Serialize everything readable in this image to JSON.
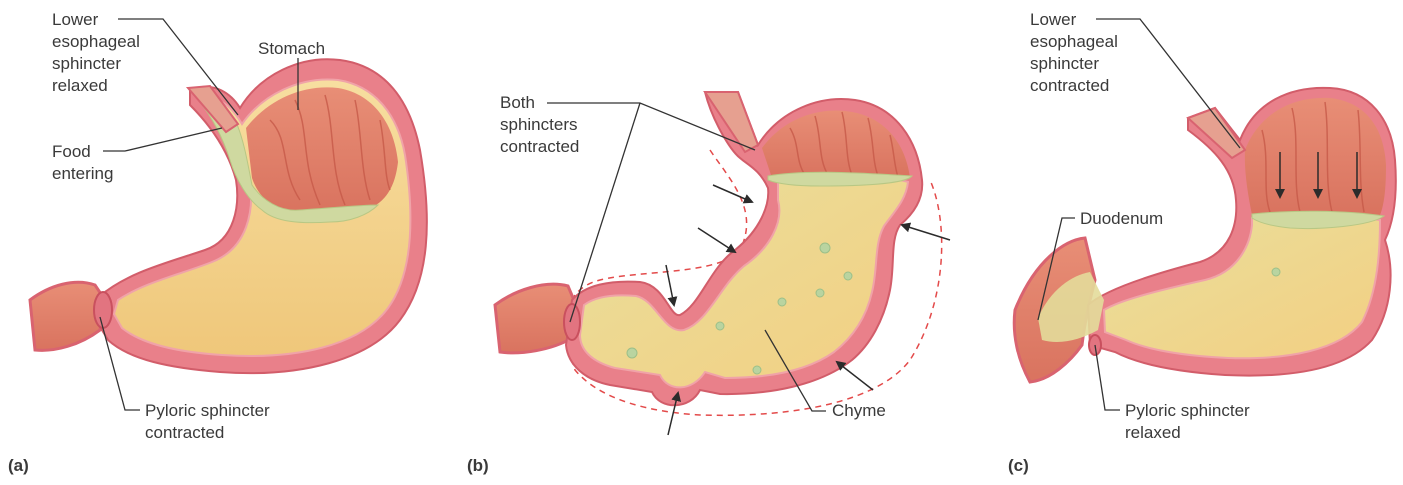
{
  "panels": [
    {
      "letter": "(a)",
      "labels": {
        "les": [
          "Lower",
          "esophageal",
          "sphincter",
          "relaxed"
        ],
        "stomach": "Stomach",
        "food": [
          "Food",
          "entering"
        ],
        "pyloric": [
          "Pyloric sphincter",
          "contracted"
        ]
      }
    },
    {
      "letter": "(b)",
      "labels": {
        "both": [
          "Both",
          "sphincters",
          "contracted"
        ],
        "chyme": "Chyme"
      }
    },
    {
      "letter": "(c)",
      "labels": {
        "les": [
          "Lower",
          "esophageal",
          "sphincter",
          "contracted"
        ],
        "duodenum": "Duodenum",
        "pyloric": [
          "Pyloric sphincter",
          "relaxed"
        ]
      }
    }
  ],
  "colors": {
    "wall_pink": "#e9808a",
    "wall_outer": "#d96370",
    "muscle_red": "#e07a64",
    "chyme_yellow": "#f3d58a",
    "food_green": "#cfd9a0",
    "leader": "#333333",
    "dash": "#e34a4a"
  }
}
